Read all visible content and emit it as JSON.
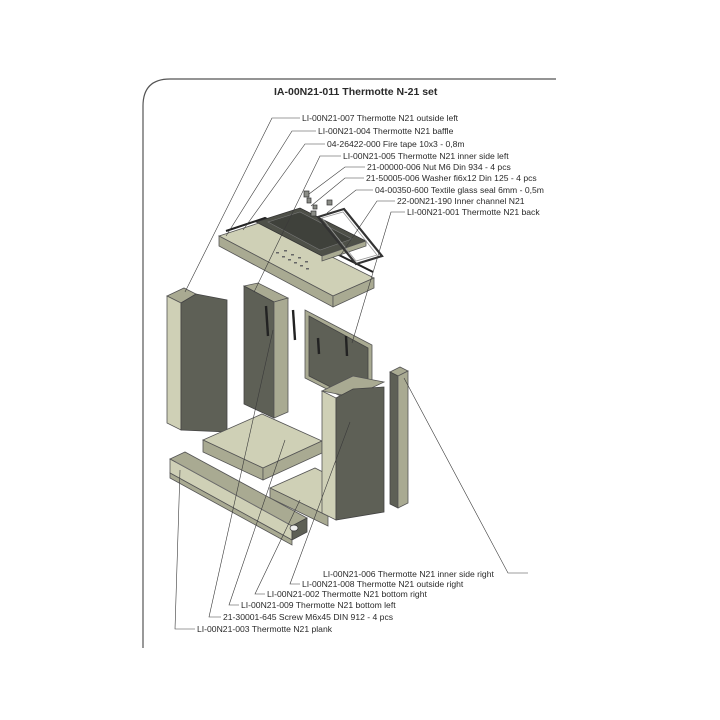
{
  "title": "IA-00N21-011 Thermotte N-21 set",
  "top_labels": [
    "LI-00N21-007 Thermotte N21 outside left",
    "LI-00N21-004 Thermotte N21 baffle",
    "04-26422-000 Fire tape 10x3  -  0,8m",
    "LI-00N21-005 Thermotte N21 inner side left",
    "21-00000-006 Nut M6 Din 934  -  4 pcs",
    "21-50005-006 Washer fi6x12 Din 125  -  4 pcs",
    "04-00350-600 Textile glass seal 6mm  -  0,5m",
    "22-00N21-190 Inner channel N21",
    "LI-00N21-001 Thermotte N21 back"
  ],
  "bottom_labels": [
    "LI-00N21-006 Thermotte N21 inner side right",
    "LI-00N21-008 Thermotte N21 outside right",
    "LI-00N21-002 Thermotte N21 bottom right",
    "LI-00N21-009 Thermotte N21 bottom left",
    "21-30001-645 Screw M6x45 DIN 912  -  4 pcs",
    "LI-00N21-003 Thermotte N21 plank"
  ]
}
